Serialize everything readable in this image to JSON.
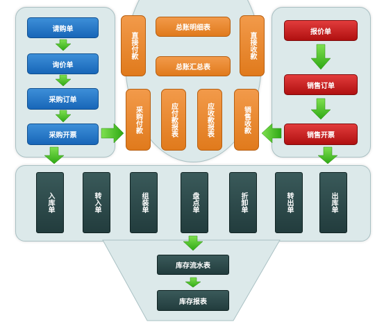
{
  "purchase": {
    "request": "请购单",
    "inquiry": "询价单",
    "order": "采购订单",
    "invoice": "采购开票"
  },
  "sales": {
    "quote": "报价单",
    "order": "销售订单",
    "invoice": "销售开票"
  },
  "finance": {
    "ledger_detail": "总账明细表",
    "ledger_summary": "总账汇总表",
    "direct_pay": "直接付款",
    "direct_receive": "直接收款",
    "purchase_pay": "采购付款",
    "payable_report": "应付款报表",
    "receivable_report": "应收款报表",
    "sales_receive": "销售收款"
  },
  "inventory": {
    "docs": [
      "入库单",
      "转入单",
      "组装单",
      "盘点单",
      "折卸单",
      "转出单",
      "出库单"
    ],
    "flow": "库存流水表",
    "report": "库存报表"
  },
  "colors": {
    "blue": "#1866b8",
    "red": "#b01010",
    "orange": "#e07a1c",
    "dark": "#223c3d",
    "arrow": "#3fbf1f"
  }
}
